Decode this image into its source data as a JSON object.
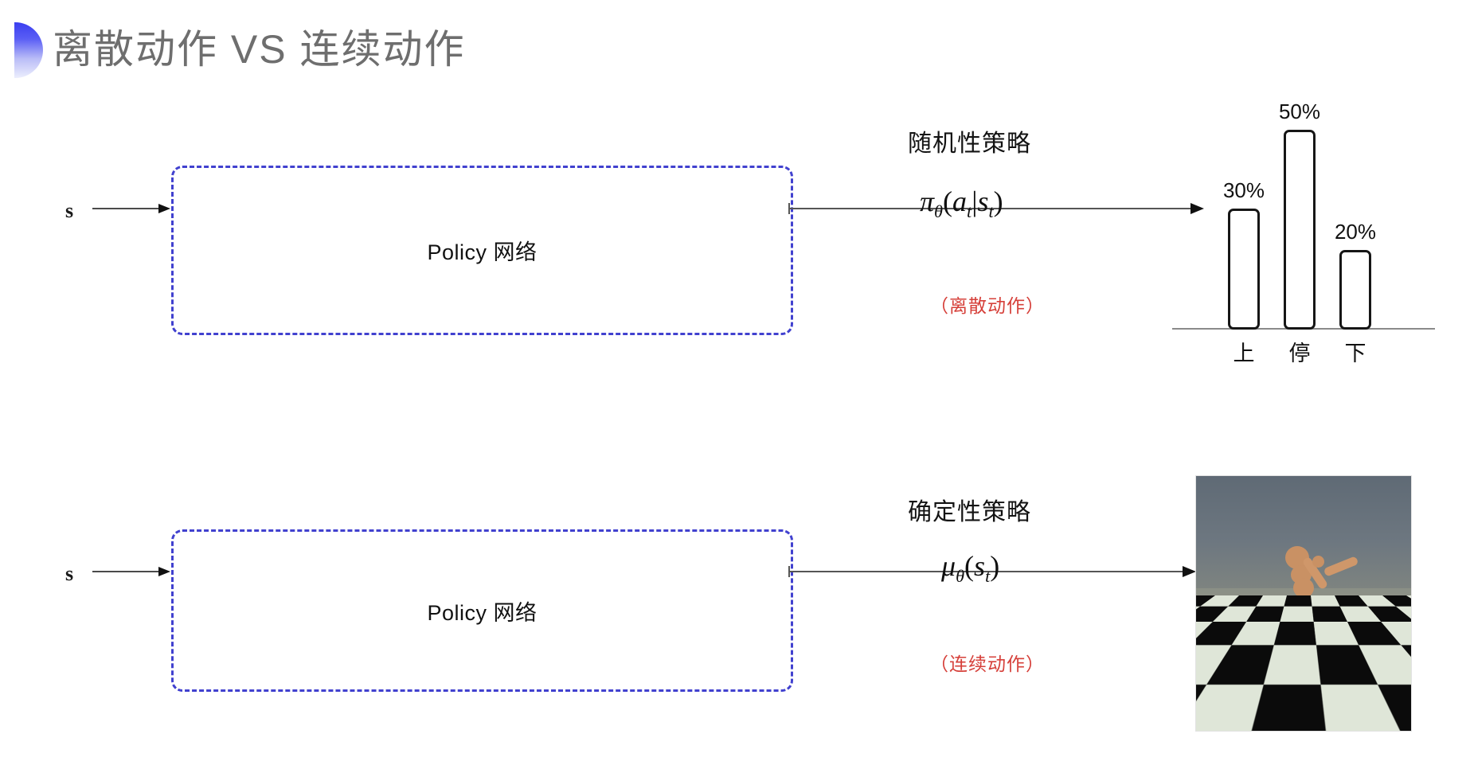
{
  "page": {
    "title": "离散动作 VS 连续动作",
    "background_color": "#ffffff",
    "title_color": "#6e6e6e",
    "accent_color": "#4141cf",
    "note_color": "#d6403a"
  },
  "flows": [
    {
      "id": "discrete",
      "input_label": "s",
      "box_label": "Policy 网络",
      "policy_kind": "随机性策略",
      "formula": {
        "fn": "π",
        "param": "θ",
        "open": "(",
        "arg1": "a",
        "sub1": "t",
        "bar": "|",
        "arg2": "s",
        "sub2": "t",
        "close": ")"
      },
      "note": "（离散动作）",
      "output_type": "bar-chart"
    },
    {
      "id": "continuous",
      "input_label": "s",
      "box_label": "Policy 网络",
      "policy_kind": "确定性策略",
      "formula": {
        "fn": "μ",
        "param": "θ",
        "open": "(",
        "arg1": "s",
        "sub1": "t",
        "close": ")"
      },
      "note": "（连续动作）",
      "output_type": "simulation-image"
    }
  ],
  "chart_data": {
    "type": "bar",
    "title": "",
    "xlabel": "",
    "ylabel": "",
    "categories": [
      "上",
      "停",
      "下"
    ],
    "values": [
      30,
      50,
      20
    ],
    "value_labels": [
      "30%",
      "50%",
      "20%"
    ],
    "ylim": [
      0,
      60
    ],
    "grid": false,
    "legend": null,
    "bar_fill": "#ffffff",
    "bar_stroke": "#161616",
    "axis_color": "#8a8a8a"
  },
  "simulation": {
    "name": "humanoid-mujoco",
    "description": "MuJoCo Humanoid 人形机器人仿真",
    "sky_color": "#6d7780",
    "floor_light": "#dfe6d8",
    "floor_dark": "#0b0b0b",
    "body_color": "#c99164"
  },
  "icons": {
    "title_decoration": "half-circle-gradient-icon",
    "arrow": "arrow-right-icon"
  }
}
